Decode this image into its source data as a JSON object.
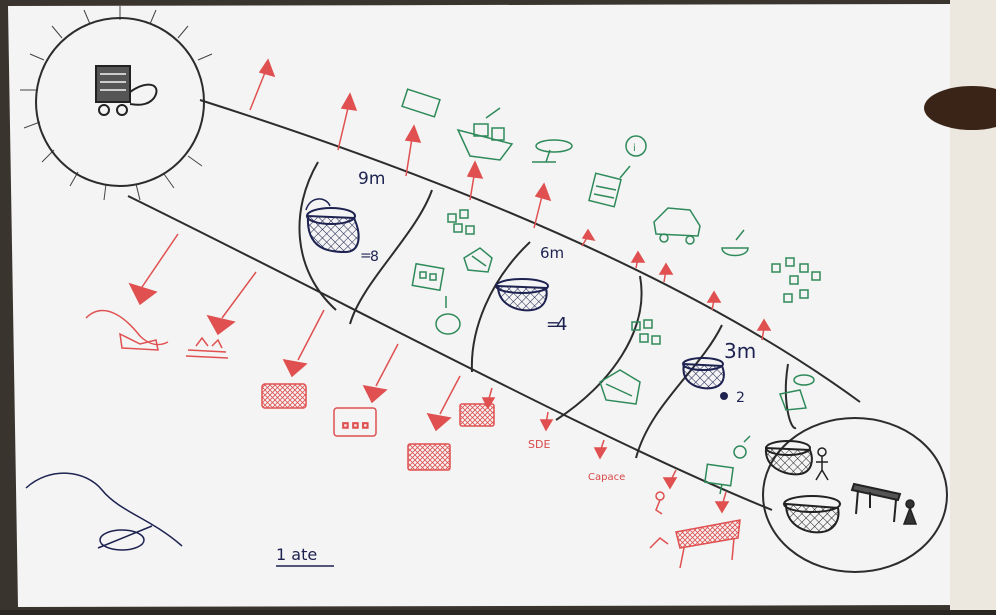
{
  "colors": {
    "paper": "#f4f4f4",
    "ink": "#2c2c2c",
    "red": "#e05050",
    "green": "#2f8a5a",
    "navy": "#1d2250"
  },
  "diagram": {
    "section_labels": [
      "9m",
      "6m",
      "3m"
    ],
    "basket_counts": [
      "8",
      "4",
      "2"
    ],
    "side_labels": [
      "SDE",
      "Capace"
    ],
    "bottom_note": "1 ate"
  }
}
